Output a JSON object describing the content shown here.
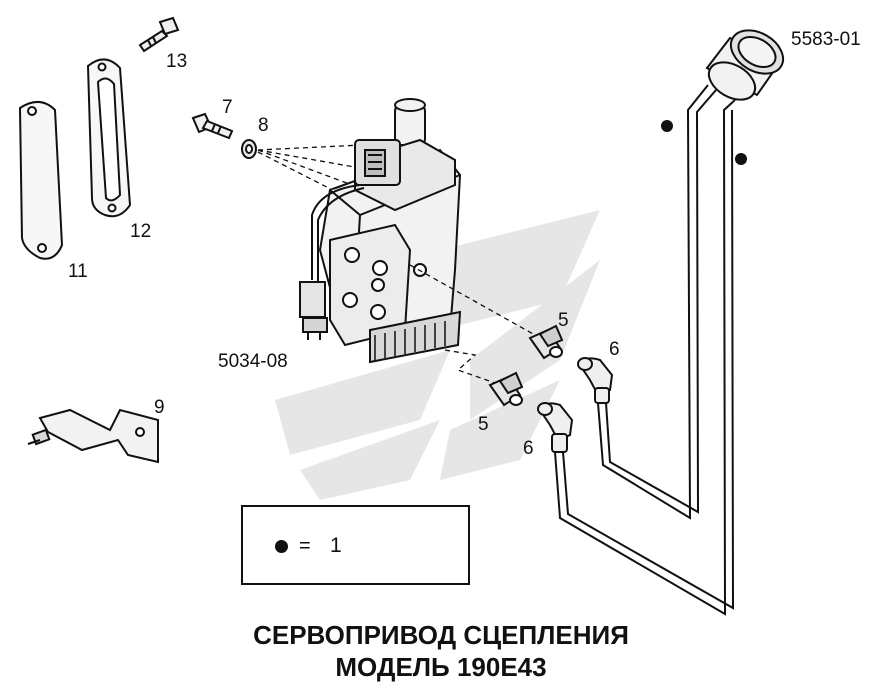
{
  "diagram": {
    "title_line1": "СЕРВОПРИВОД СЦЕПЛЕНИЯ",
    "title_line2": "МОДЕЛЬ 190Е43",
    "parts": [
      {
        "id": "p13",
        "label": "13"
      },
      {
        "id": "p7",
        "label": "7"
      },
      {
        "id": "p8",
        "label": "8"
      },
      {
        "id": "p12",
        "label": "12"
      },
      {
        "id": "p11",
        "label": "11"
      },
      {
        "id": "p5034",
        "label": "5034-08"
      },
      {
        "id": "p5583",
        "label": "5583-01"
      },
      {
        "id": "p5a",
        "label": "5"
      },
      {
        "id": "p6a",
        "label": "6"
      },
      {
        "id": "p5b",
        "label": "5"
      },
      {
        "id": "p6b",
        "label": "6"
      },
      {
        "id": "p9",
        "label": "9"
      }
    ],
    "legend": {
      "symbol": "filled-circle",
      "equals": "=",
      "value": "1"
    },
    "colors": {
      "ink": "#111111",
      "watermark": "#e6e6e6",
      "part_fill": "#f2f2f2"
    }
  }
}
